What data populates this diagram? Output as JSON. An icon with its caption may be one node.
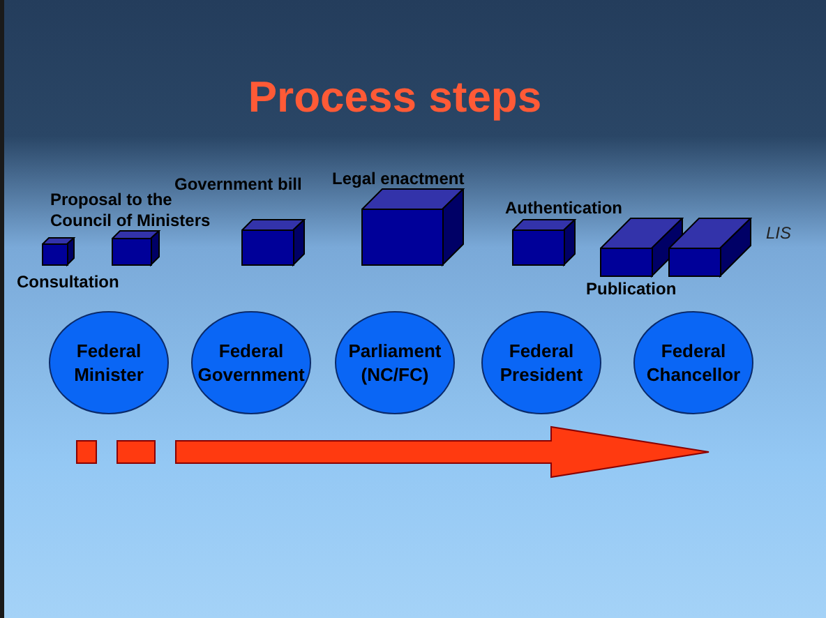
{
  "diagram": {
    "title": "Process steps",
    "nodes": [
      {
        "text": [],
        "shape": "cube",
        "beside": [
          "Consultation"
        ]
      },
      {
        "text": [],
        "shape": "cube",
        "beside": [
          "Proposal to the Council of Ministers"
        ]
      },
      {
        "text": [],
        "shape": "cube",
        "beside": [
          "Government bill"
        ]
      },
      {
        "text": [],
        "shape": "cube",
        "beside": [
          "Legal enactment"
        ]
      },
      {
        "text": [],
        "shape": "cube",
        "beside": [
          "Authentication"
        ]
      },
      {
        "text": [],
        "shape": "cube",
        "beside": [
          "Publication"
        ]
      },
      {
        "text": [],
        "shape": "cube",
        "beside": [
          "LIS"
        ]
      },
      {
        "text": [
          "Federal Minister"
        ]
      },
      {
        "text": [
          "Federal Government"
        ]
      },
      {
        "text": [
          "Parliament (NC/FC)"
        ]
      },
      {
        "text": [
          "Federal President"
        ]
      },
      {
        "text": [
          "Federal Chancellor"
        ]
      }
    ],
    "edges": [
      {
        "from": 7,
        "to": 11,
        "arrow": "to",
        "style": "thick"
      }
    ]
  }
}
